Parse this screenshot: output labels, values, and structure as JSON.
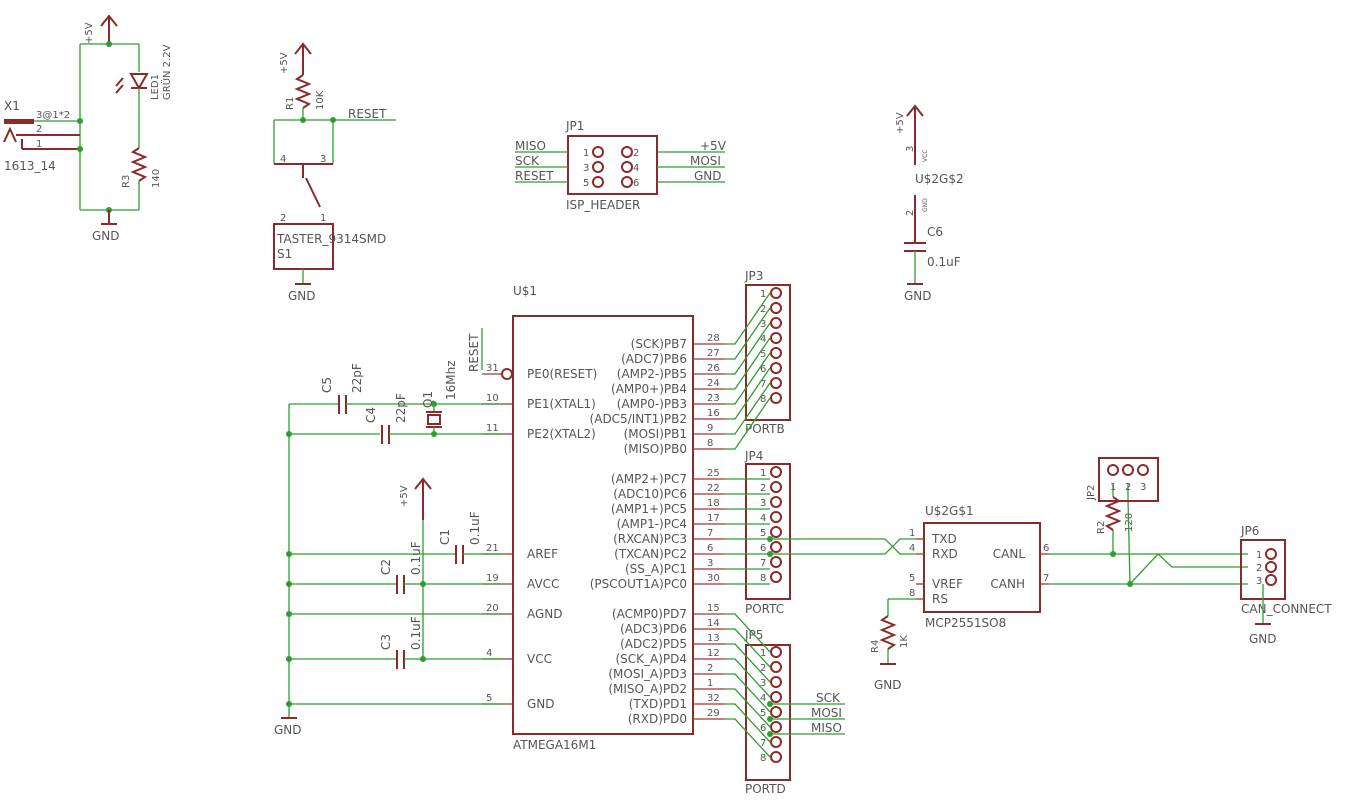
{
  "colors": {
    "wire": "#2e9e2e",
    "part": "#8b2a2a",
    "text": "#555555",
    "background": "#ffffff"
  },
  "power": {
    "vcc": "+5V",
    "gnd": "GND"
  },
  "x1": {
    "name": "X1",
    "value": "1613_14",
    "pin3": "3@1*2",
    "pin2": "2",
    "pin1": "1"
  },
  "led1": {
    "name": "LED1",
    "value": "GRÜN 2.2V"
  },
  "r1": {
    "name": "R1",
    "value": "10K"
  },
  "r2": {
    "name": "R2",
    "value": "120"
  },
  "r3": {
    "name": "R3",
    "value": "140"
  },
  "r4": {
    "name": "R4",
    "value": "1K"
  },
  "s1": {
    "name": "S1",
    "value": "TASTER_9314SMD",
    "pins": [
      "4",
      "3",
      "2",
      "1"
    ]
  },
  "jp1": {
    "name": "JP1",
    "value": "ISP_HEADER",
    "left_pins": [
      "1",
      "3",
      "5"
    ],
    "right_pins": [
      "2",
      "4",
      "6"
    ],
    "left_nets": [
      "MISO",
      "SCK",
      "RESET"
    ],
    "right_nets": [
      "+5V",
      "MOSI",
      "GND"
    ]
  },
  "u2g2": {
    "name": "U$2G$2",
    "vcc_pin": "3",
    "vcc_label": "VCC",
    "gnd_pin": "2",
    "gnd_label": "GND"
  },
  "c6": {
    "name": "C6",
    "value": "0.1uF"
  },
  "c1": {
    "name": "C1",
    "value": "0.1uF"
  },
  "c2": {
    "name": "C2",
    "value": "0.1uF"
  },
  "c3": {
    "name": "C3",
    "value": "0.1uF"
  },
  "c4": {
    "name": "C4",
    "value": "22pF"
  },
  "c5": {
    "name": "C5",
    "value": "22pF"
  },
  "q1": {
    "name": "Q1",
    "value": "16Mhz"
  },
  "u1": {
    "name": "U$1",
    "value": "ATMEGA16M1",
    "reset_net": "RESET",
    "left_pins": [
      {
        "num": "31",
        "label": "PE0(RESET)"
      },
      {
        "num": "10",
        "label": "PE1(XTAL1)"
      },
      {
        "num": "11",
        "label": "PE2(XTAL2)"
      },
      {
        "num": "21",
        "label": "AREF"
      },
      {
        "num": "19",
        "label": "AVCC"
      },
      {
        "num": "20",
        "label": "AGND"
      },
      {
        "num": "4",
        "label": "VCC"
      },
      {
        "num": "5",
        "label": "GND"
      }
    ],
    "right_pins": [
      {
        "num": "28",
        "label": "(SCK)PB7"
      },
      {
        "num": "27",
        "label": "(ADC7)PB6"
      },
      {
        "num": "26",
        "label": "(AMP2-)PB5"
      },
      {
        "num": "24",
        "label": "(AMP0+)PB4"
      },
      {
        "num": "23",
        "label": "(AMP0-)PB3"
      },
      {
        "num": "16",
        "label": "(ADC5/INT1)PB2"
      },
      {
        "num": "9",
        "label": "(MOSI)PB1"
      },
      {
        "num": "8",
        "label": "(MISO)PB0"
      },
      {
        "num": "25",
        "label": "(AMP2+)PC7"
      },
      {
        "num": "22",
        "label": "(ADC10)PC6"
      },
      {
        "num": "18",
        "label": "(AMP1+)PC5"
      },
      {
        "num": "17",
        "label": "(AMP1-)PC4"
      },
      {
        "num": "7",
        "label": "(RXCAN)PC3"
      },
      {
        "num": "6",
        "label": "(TXCAN)PC2"
      },
      {
        "num": "3",
        "label": "(SS_A)PC1"
      },
      {
        "num": "30",
        "label": "(PSCOUT1A)PC0"
      },
      {
        "num": "15",
        "label": "(ACMP0)PD7"
      },
      {
        "num": "14",
        "label": "(ADC3)PD6"
      },
      {
        "num": "13",
        "label": "(ADC2)PD5"
      },
      {
        "num": "12",
        "label": "(SCK_A)PD4"
      },
      {
        "num": "2",
        "label": "(MOSI_A)PD3"
      },
      {
        "num": "1",
        "label": "(MISO_A)PD2"
      },
      {
        "num": "32",
        "label": "(TXD)PD1"
      },
      {
        "num": "29",
        "label": "(RXD)PD0"
      }
    ]
  },
  "jp3": {
    "name": "JP3",
    "value": "PORTB",
    "pins": [
      "1",
      "2",
      "3",
      "4",
      "5",
      "6",
      "7",
      "8"
    ]
  },
  "jp4": {
    "name": "JP4",
    "value": "PORTC",
    "pins": [
      "1",
      "2",
      "3",
      "4",
      "5",
      "6",
      "7",
      "8"
    ]
  },
  "jp5": {
    "name": "JP5",
    "value": "PORTD",
    "pins": [
      "1",
      "2",
      "3",
      "4",
      "5",
      "6",
      "7",
      "8"
    ],
    "nets": [
      "SCK",
      "MOSI",
      "MISO"
    ]
  },
  "jp2": {
    "name": "JP2",
    "pins": [
      "1",
      "2",
      "3"
    ]
  },
  "jp6": {
    "name": "JP6",
    "value": "CAN_CONNECT",
    "pins": [
      "1",
      "2",
      "3"
    ]
  },
  "u2g1": {
    "name": "U$2G$1",
    "value": "MCP2551SO8",
    "left_pins": [
      {
        "num": "1",
        "label": "TXD"
      },
      {
        "num": "4",
        "label": "RXD"
      },
      {
        "num": "5",
        "label": "VREF"
      },
      {
        "num": "8",
        "label": "RS"
      }
    ],
    "right_pins": [
      {
        "num": "6",
        "label": "CANL"
      },
      {
        "num": "7",
        "label": "CANH"
      }
    ]
  }
}
